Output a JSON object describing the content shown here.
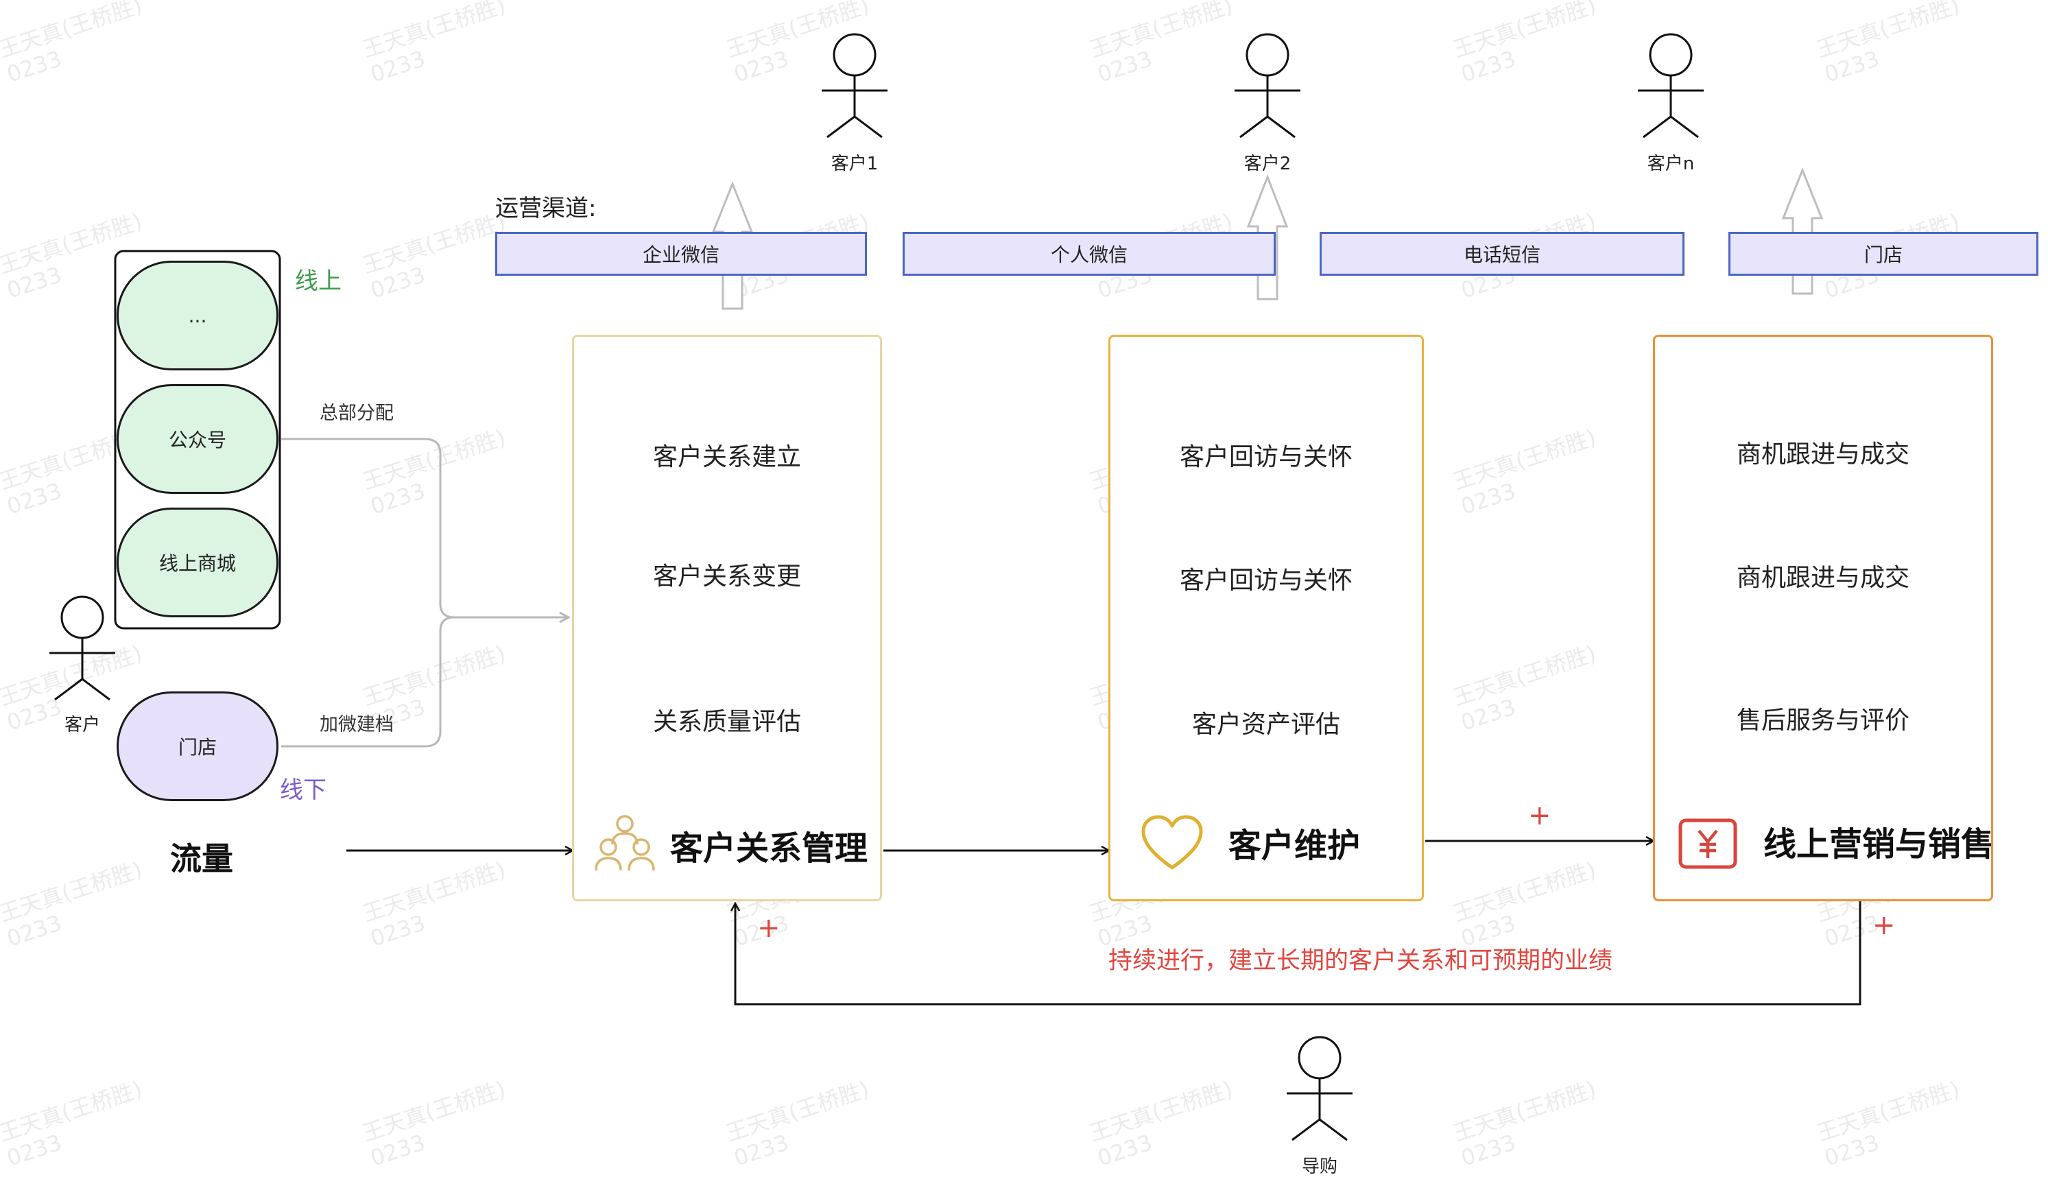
{
  "actors": {
    "customer1": "客户1",
    "customer2": "客户2",
    "customern": "客户n",
    "customer": "客户",
    "guide": "导购"
  },
  "channels": {
    "title": "运营渠道:",
    "items": [
      "企业微信",
      "个人微信",
      "电话短信",
      "门店"
    ]
  },
  "traffic": {
    "online_label": "线上",
    "offline_label": "线下",
    "online_items": [
      "...",
      "公众号",
      "线上商城"
    ],
    "offline_item": "门店",
    "edge_hq": "总部分配",
    "edge_wechat": "加微建档",
    "title": "流量"
  },
  "stages": {
    "crm": {
      "title": "客户关系管理",
      "items": [
        "客户关系建立",
        "客户关系变更",
        "关系质量评估"
      ]
    },
    "maintain": {
      "title": "客户维护",
      "items": [
        "客户回访与关怀",
        "客户回访与关怀",
        "客户资产评估"
      ]
    },
    "sales": {
      "title": "线上营销与销售",
      "items": [
        "商机跟进与成交",
        "商机跟进与成交",
        "售后服务与评价"
      ]
    }
  },
  "loop": {
    "plus": "+",
    "caption": "持续进行，建立长期的客户关系和可预期的业绩"
  },
  "watermark": {
    "name": "王天真(王桥胜)",
    "code": "0233"
  },
  "colors": {
    "crm_border": "#e8d5a6",
    "maintain_border": "#e9b23f",
    "sales_border": "#e8913a",
    "online_green": "#3d9c4e",
    "offline_purple": "#7b5cc9",
    "loop_red": "#e0463e",
    "channel_border": "#4a66c4",
    "connector_gray": "#b8b8bc"
  }
}
